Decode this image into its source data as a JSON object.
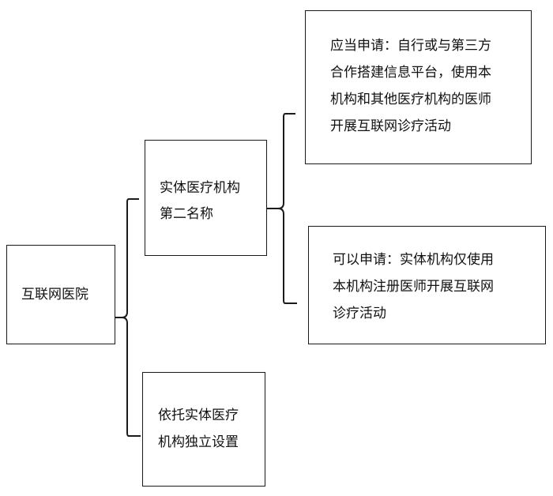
{
  "root": {
    "label": "互联网医院"
  },
  "branches": [
    {
      "lines": [
        "实体医疗机构",
        "第二名称"
      ],
      "children": [
        {
          "lines": [
            "应当申请：自行或与第三方",
            "合作搭建信息平台，使用本",
            "机构和其他医疗机构的医师",
            "开展互联网诊疗活动"
          ]
        },
        {
          "lines": [
            "可以申请：实体机构仅使用",
            "本机构注册医师开展互联网",
            "诊疗活动"
          ]
        }
      ]
    },
    {
      "lines": [
        "依托实体医疗",
        "机构独立设置"
      ]
    }
  ],
  "colors": {
    "line": "#1a1a1a",
    "border": "#1a1a1a",
    "text": "#111111",
    "background": "#ffffff"
  }
}
